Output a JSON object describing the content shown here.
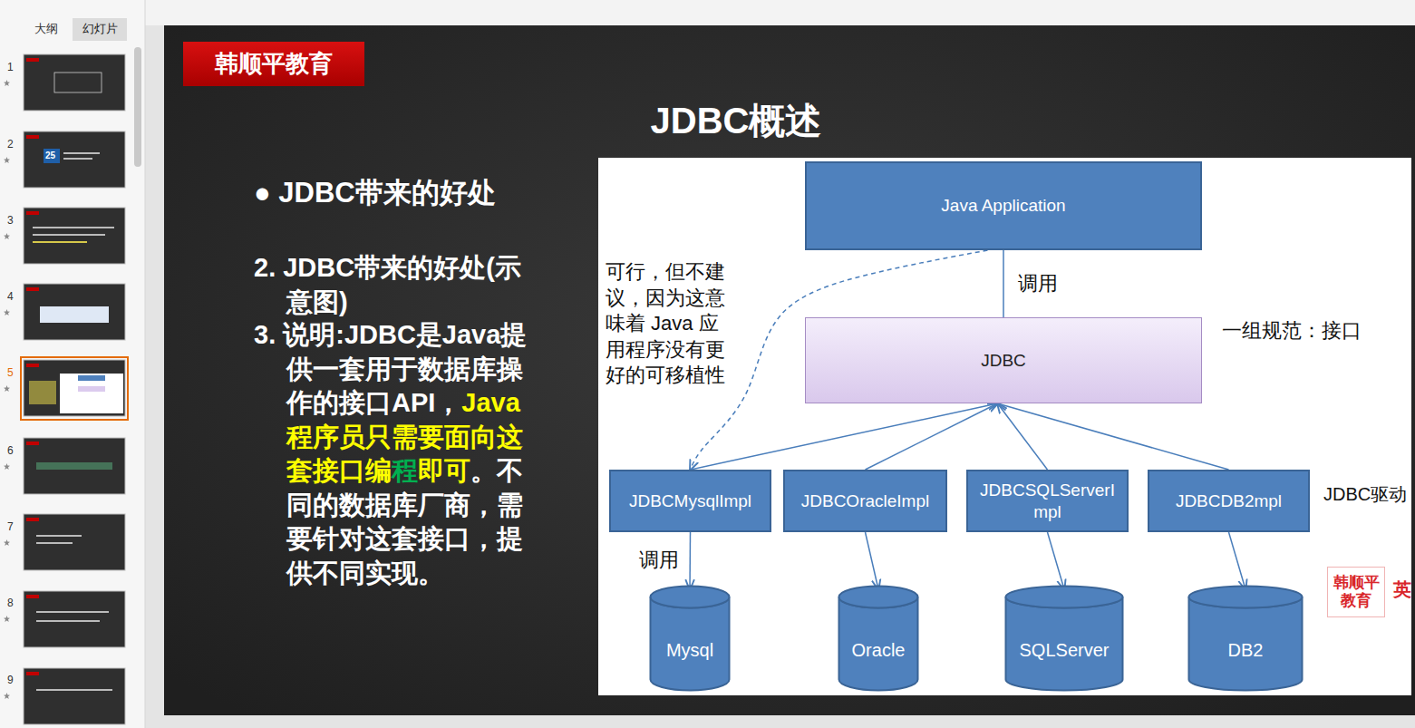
{
  "diagram": {
    "title": "JDBC概述",
    "nodes": [
      {
        "text": [
          "幻灯片"
        ]
      },
      {
        "text": [
          "韩顺平教育"
        ]
      },
      {
        "text": [
          "Java Application"
        ]
      },
      {
        "text": [
          "JDBC"
        ]
      },
      {
        "text": [
          "JDBCMysqlImpl"
        ]
      },
      {
        "text": [
          "JDBCOracleImpl"
        ]
      },
      {
        "text": [
          "JDBCSQLServerImpl"
        ]
      },
      {
        "text": [
          "JDBCDB2mpl"
        ]
      },
      {
        "text": [
          "Mysql"
        ]
      },
      {
        "text": [
          "Oracle"
        ]
      },
      {
        "text": [
          "SQLServer"
        ]
      },
      {
        "text": [
          "DB2"
        ]
      },
      {
        "text": [
          "韩顺平 教育"
        ]
      }
    ],
    "edges": [
      {
        "from": 2,
        "to": 3,
        "arrow": "none",
        "label": "调用"
      },
      {
        "from": 4,
        "to": 3,
        "arrow": "to"
      },
      {
        "from": 5,
        "to": 3,
        "arrow": "to"
      },
      {
        "from": 6,
        "to": 3,
        "arrow": "to"
      },
      {
        "from": 7,
        "to": 3,
        "arrow": "to"
      },
      {
        "from": 2,
        "to": 4,
        "arrow": "to"
      },
      {
        "from": 4,
        "to": 8,
        "arrow": "to",
        "label": "调用"
      },
      {
        "from": 5,
        "to": 9,
        "arrow": "to"
      },
      {
        "from": 6,
        "to": 10,
        "arrow": "to"
      },
      {
        "from": 7,
        "to": 11,
        "arrow": "to"
      }
    ],
    "labels": [
      "大纲",
      "1",
      "2",
      "3",
      "4",
      "5",
      "6",
      "7",
      "8",
      "9",
      "25",
      "● JDBC带来的好处",
      "2. JDBC带来的好处(示意图)",
      "3. 说明:JDBC是Java提供一套用于数据库操作的接口API，",
      "Java程序员只需要面向这套接口编",
      "程",
      "即可",
      "。不同的数据库厂商，需要针对这套接口，提供不同实现。",
      "可行，但不建议，因为这意味着 Java 应用程序没有更好的可移植性",
      "一组规范：接口",
      "JDBC驱动",
      "英"
    ]
  }
}
